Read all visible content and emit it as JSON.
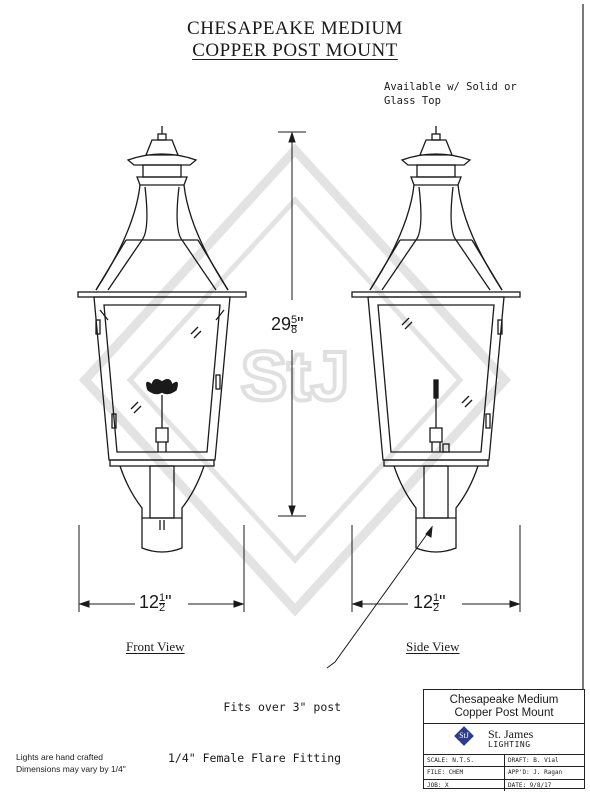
{
  "title": {
    "line1": "CHESAPEAKE MEDIUM",
    "line2": "COPPER POST MOUNT"
  },
  "note_top": "Available w/ Solid or\nGlass Top",
  "dimensions": {
    "height_whole": "29",
    "height_num": "5",
    "height_den": "8",
    "height_unit": "\"",
    "width_whole": "12",
    "width_num": "1",
    "width_den": "2",
    "width_unit": "\""
  },
  "views": {
    "front": "Front View",
    "side": "Side View"
  },
  "callout": {
    "line1": "Fits over 3\" post",
    "line2": "1/4\" Female Flare Fitting"
  },
  "footnote": {
    "line1": "Lights are hand crafted",
    "line2": "Dimensions may vary by 1/4\""
  },
  "watermark": "StJ",
  "title_block": {
    "name_line1": "Chesapeake Medium",
    "name_line2": "Copper Post Mount",
    "brand_line1": "St. James",
    "brand_line2": "LIGHTING",
    "logo_text": "StJ",
    "scale": "SCALE: N.T.S.",
    "draft": "DRAFT: B. Vial",
    "file": "FILE: CHEM",
    "approved": "APP'D: J. Ragan",
    "job": "JOB: X",
    "date": "DATE: 9/8/17"
  },
  "colors": {
    "line": "#1a1a1a",
    "watermark": "#e6e6e6",
    "logo": "#2b3d8c"
  }
}
